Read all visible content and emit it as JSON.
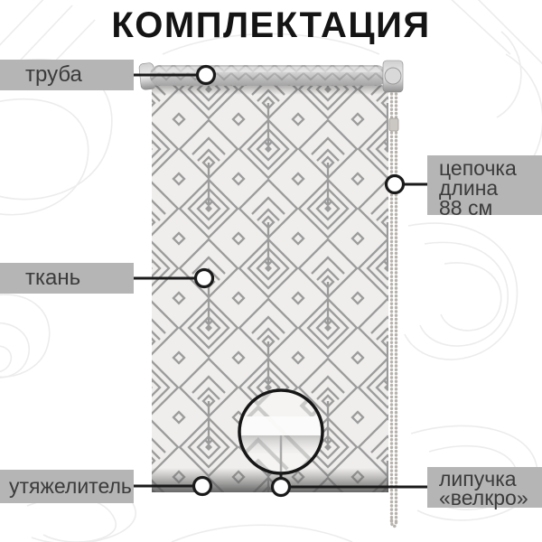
{
  "title": "КОМПЛЕКТАЦИЯ",
  "labels": {
    "tube": "труба",
    "fabric": "ткань",
    "weight": "утяжелитель",
    "chain_lines": [
      "цепочка",
      "длина",
      "88 см"
    ],
    "velcro_lines": [
      "липучка",
      "«велкро»"
    ]
  },
  "colors": {
    "title_color": "#141414",
    "label_bg": "#b5b5b5",
    "label_text": "#3b3b3b",
    "callout": "#1a1a1a",
    "pattern_stroke": "#9c9c9c",
    "fabric_bg": "#efeeec",
    "contour": "#ececec",
    "chain": "#b7b2ac"
  }
}
